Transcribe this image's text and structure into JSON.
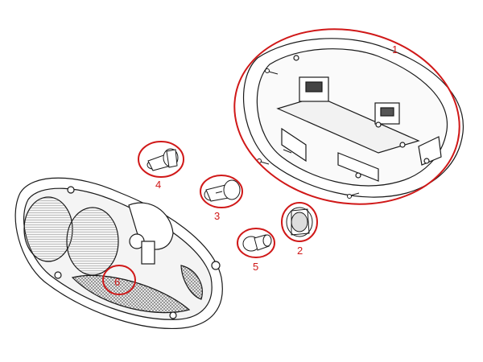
{
  "callouts": [
    {
      "label": "1",
      "part": "housing"
    },
    {
      "label": "2",
      "part": "bulb-socket"
    },
    {
      "label": "3",
      "part": "bulb-with-holder"
    },
    {
      "label": "4",
      "part": "bulb-with-holder"
    },
    {
      "label": "5",
      "part": "bulb"
    },
    {
      "label": "6",
      "part": "reflector-lens"
    }
  ],
  "colors": {
    "callout": "#d01818",
    "line": "#1a1a1a",
    "fill": "#ffffff",
    "hatch": "#8a8a8a"
  }
}
